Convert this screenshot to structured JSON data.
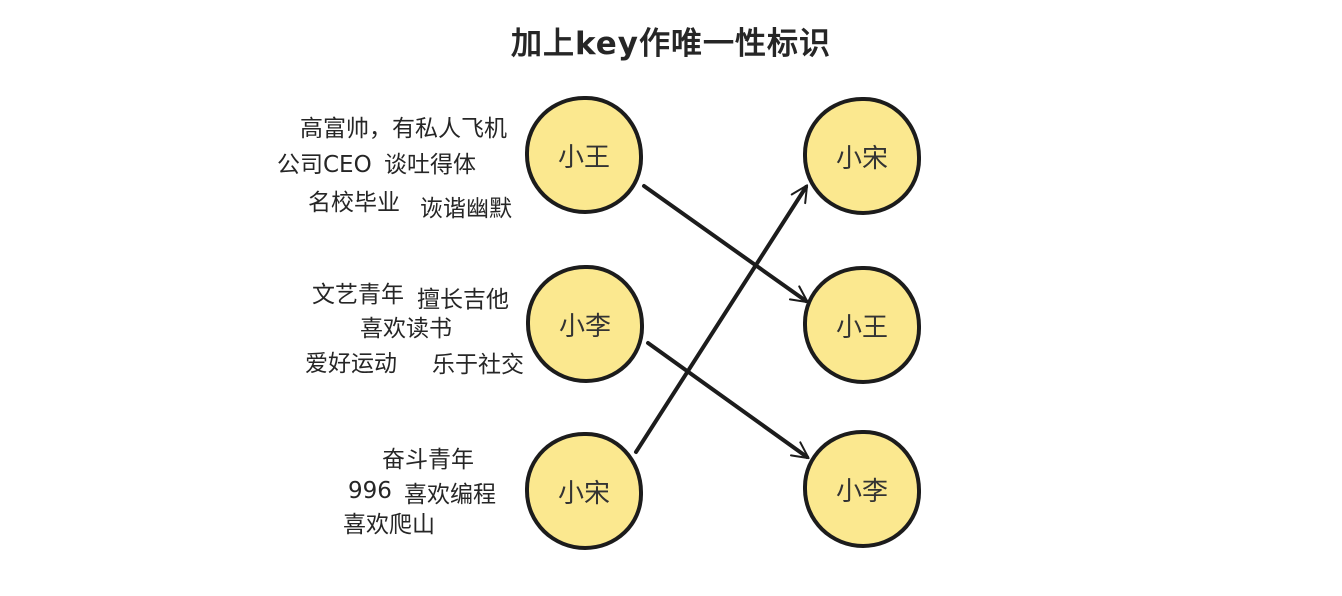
{
  "title": "加上key作唯一性标识",
  "colors": {
    "node_fill": "#FBE88F",
    "node_stroke": "#1C1C1C",
    "arrow": "#1C1C1C",
    "text": "#262626",
    "bg": "#FFFFFF"
  },
  "left_nodes": [
    {
      "label": "小王"
    },
    {
      "label": "小李"
    },
    {
      "label": "小宋"
    }
  ],
  "right_nodes": [
    {
      "label": "小宋"
    },
    {
      "label": "小王"
    },
    {
      "label": "小李"
    }
  ],
  "connections": [
    {
      "from_side": "left",
      "from_index": 0,
      "from_label": "小王",
      "to_side": "right",
      "to_index": 1,
      "to_label": "小王"
    },
    {
      "from_side": "left",
      "from_index": 1,
      "from_label": "小李",
      "to_side": "right",
      "to_index": 2,
      "to_label": "小李"
    },
    {
      "from_side": "left",
      "from_index": 2,
      "from_label": "小宋",
      "to_side": "right",
      "to_index": 0,
      "to_label": "小宋"
    }
  ],
  "trait_groups": [
    {
      "node": "小王",
      "lines": [
        "高富帅，有私人飞机",
        "公司CEO",
        "谈吐得体",
        "名校毕业",
        "诙谐幽默"
      ]
    },
    {
      "node": "小李",
      "lines": [
        "文艺青年",
        "擅长吉他",
        "喜欢读书",
        "爱好运动",
        "乐于社交"
      ]
    },
    {
      "node": "小宋",
      "lines": [
        "奋斗青年",
        "996",
        "喜欢编程",
        "喜欢爬山"
      ]
    }
  ]
}
